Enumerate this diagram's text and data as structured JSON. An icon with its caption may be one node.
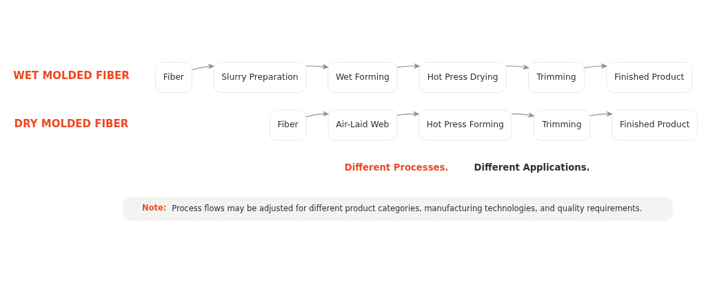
{
  "diagram": {
    "nodes": [
      {
        "text": [
          "Fiber"
        ]
      },
      {
        "text": [
          "Slurry Preparation"
        ]
      },
      {
        "text": [
          "Wet Forming"
        ]
      },
      {
        "text": [
          "Hot Press Drying"
        ]
      },
      {
        "text": [
          "Trimming"
        ]
      },
      {
        "text": [
          "Finished Product"
        ]
      },
      {
        "text": [
          "Fiber"
        ]
      },
      {
        "text": [
          "Air-Laid Web"
        ]
      },
      {
        "text": [
          "Hot Press Forming"
        ]
      },
      {
        "text": [
          "Trimming"
        ]
      },
      {
        "text": [
          "Finished Product"
        ]
      },
      {
        "text": [
          "Note:",
          "Process flows may be adjusted for different product categories, manufacturing technologies, and quality requirements."
        ]
      }
    ],
    "edges": [
      {
        "from": 0,
        "to": 1,
        "arrow": "to"
      },
      {
        "from": 1,
        "to": 2,
        "arrow": "to"
      },
      {
        "from": 2,
        "to": 3,
        "arrow": "to"
      },
      {
        "from": 3,
        "to": 4,
        "arrow": "to"
      },
      {
        "from": 4,
        "to": 5,
        "arrow": "to"
      },
      {
        "from": 6,
        "to": 7,
        "arrow": "to"
      },
      {
        "from": 7,
        "to": 8,
        "arrow": "to"
      },
      {
        "from": 8,
        "to": 9,
        "arrow": "to"
      },
      {
        "from": 9,
        "to": 10,
        "arrow": "to"
      }
    ],
    "labels": [
      "WET MOLDED FIBER",
      "DRY MOLDED FIBER",
      "Different Processes.",
      "Different Applications."
    ]
  }
}
